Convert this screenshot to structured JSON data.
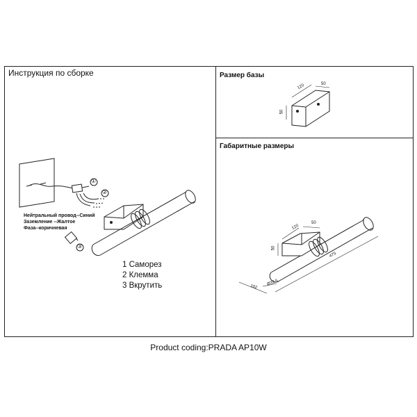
{
  "left_panel": {
    "title": "Инструкция по сборке",
    "wire_labels": [
      "Нейтральный провод--Синий",
      "Заземление --Жалтое",
      "Фаза--коричневая"
    ],
    "callouts": [
      "①",
      "②",
      "③"
    ],
    "steps": [
      "1 Саморез",
      "2 Клемма",
      "3 Вкрутить"
    ]
  },
  "base_panel": {
    "title": "Размер базы",
    "dims": {
      "length": "120",
      "width": "50",
      "height": "50"
    }
  },
  "overall_panel": {
    "title": "Габаритные размеры",
    "dims": {
      "base_length": "120",
      "base_width": "50",
      "base_height": "50",
      "length": "475",
      "diameter": "Ø32.5",
      "depth": "102"
    }
  },
  "footer": {
    "product_coding": "Product coding:PRADA AP10W"
  }
}
